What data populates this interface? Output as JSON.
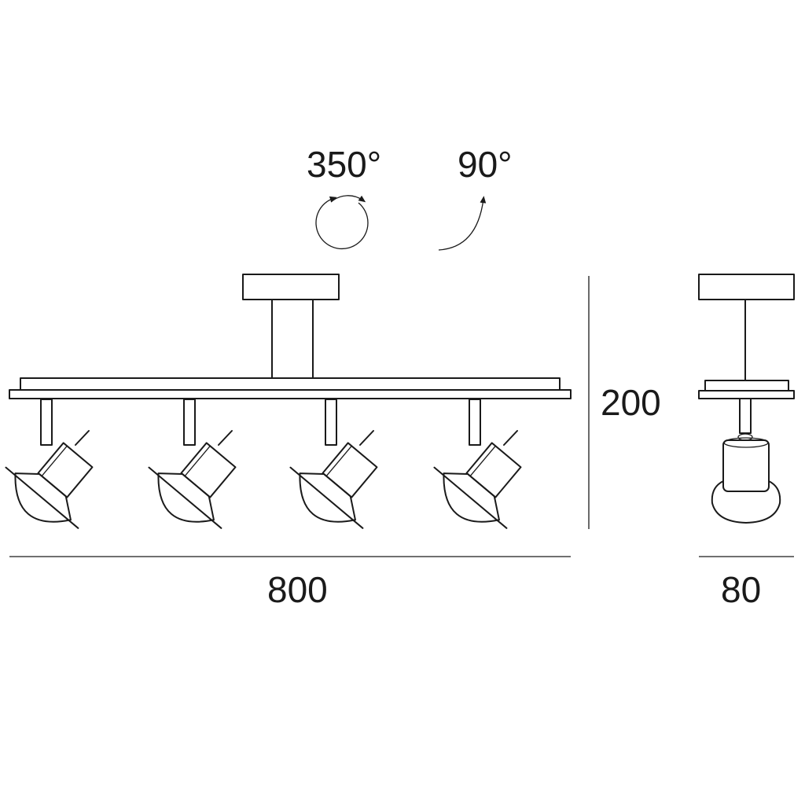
{
  "rotation": {
    "swivel": "350°",
    "tilt": "90°"
  },
  "dimensions": {
    "height": "200",
    "width": "800",
    "depth": "80"
  },
  "spotlight_count": 4
}
